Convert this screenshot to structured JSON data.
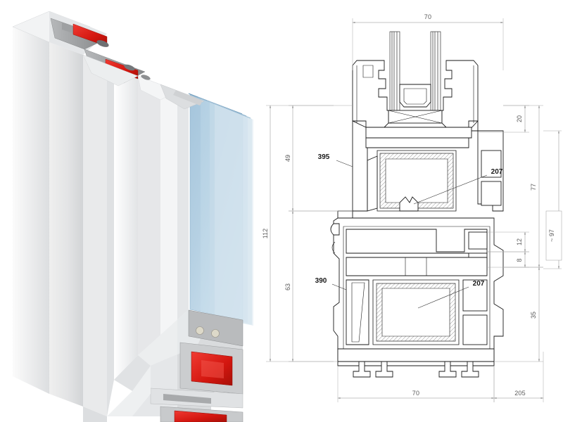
{
  "document": {
    "type": "technical-product-drawing",
    "subject": "uPVC window profile cross-section",
    "background_color": "#ffffff"
  },
  "render": {
    "name": "3d-cutaway-window-corner",
    "description": "3D cutaway render of white uPVC window corner with triple glazing",
    "colors": {
      "frame_white": "#e8e9ea",
      "frame_shadow": "#c9cbcd",
      "frame_grey": "#9a9c9e",
      "glass_blue": "#8fb4d0",
      "glass_blue_light": "#b8d2e4",
      "reinforcement_red": "#e01b18",
      "gasket_grey": "#6e7072"
    }
  },
  "drawing": {
    "title": "",
    "line_color": "#1a1a1a",
    "dimension_color": "#8a8a8a",
    "dimensions": {
      "top": [
        {
          "id": "top-width",
          "value": "70",
          "orientation": "horizontal"
        }
      ],
      "left": [
        {
          "id": "left-overall",
          "value": "112",
          "orientation": "vertical"
        },
        {
          "id": "left-sash-height",
          "value": "49",
          "orientation": "vertical"
        },
        {
          "id": "left-frame-height",
          "value": "63",
          "orientation": "vertical"
        }
      ],
      "right": [
        {
          "id": "right-glazing-rebate",
          "value": "20",
          "orientation": "vertical"
        },
        {
          "id": "right-sash-depth",
          "value": "77",
          "orientation": "vertical"
        },
        {
          "id": "right-step-upper",
          "value": "12",
          "orientation": "vertical"
        },
        {
          "id": "right-step-lower",
          "value": "8",
          "orientation": "vertical"
        },
        {
          "id": "right-frame-depth",
          "value": "35",
          "orientation": "vertical"
        },
        {
          "id": "right-overall-approx",
          "value": "~ 97",
          "orientation": "vertical",
          "boxed": true
        }
      ],
      "bottom": [
        {
          "id": "bottom-frame-width",
          "value": "70",
          "orientation": "horizontal"
        },
        {
          "id": "bottom-offset",
          "value": "205",
          "orientation": "horizontal"
        }
      ]
    },
    "part_callouts": [
      {
        "id": "callout-395",
        "value": "395",
        "target": "sash-profile"
      },
      {
        "id": "callout-207-upper",
        "value": "207",
        "target": "sash-gasket-chamber"
      },
      {
        "id": "callout-390",
        "value": "390",
        "target": "frame-profile"
      },
      {
        "id": "callout-207-lower",
        "value": "207",
        "target": "frame-reinforcement-chamber"
      }
    ]
  }
}
